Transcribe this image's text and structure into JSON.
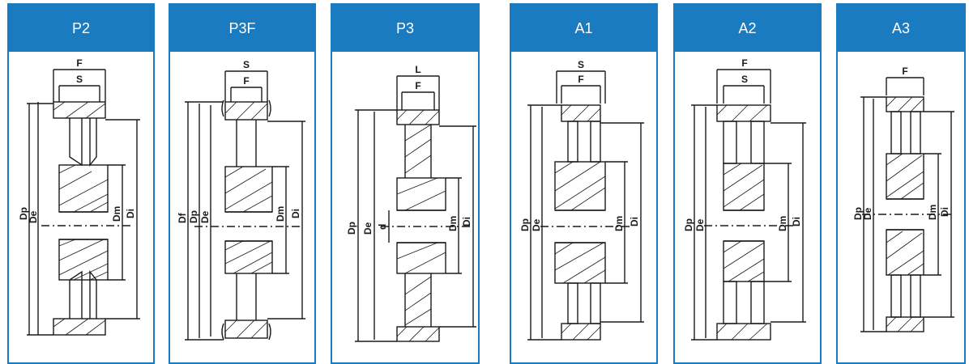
{
  "colors": {
    "header": "#1a7bc1",
    "line": "#1a1a1a",
    "header_text": "#ffffff"
  },
  "panels": [
    {
      "title": "P2",
      "top": [
        "F",
        "S"
      ],
      "left": [
        "Dp",
        "De"
      ],
      "right": [
        "Dm",
        "Di"
      ]
    },
    {
      "title": "P3F",
      "top": [
        "S",
        "F"
      ],
      "left": [
        "Df",
        "Dp",
        "De"
      ],
      "right": [
        "Dm",
        "Di"
      ]
    },
    {
      "title": "P3",
      "top": [
        "L",
        "F"
      ],
      "left": [
        "Dp",
        "De",
        "d"
      ],
      "right": [
        "Dm",
        "Di"
      ]
    },
    {
      "title": "A1",
      "top": [
        "S",
        "F"
      ],
      "left": [
        "Dp",
        "De"
      ],
      "right": [
        "Dm",
        "Di"
      ]
    },
    {
      "title": "A2",
      "top": [
        "F",
        "S"
      ],
      "left": [
        "Dp",
        "De"
      ],
      "right": [
        "Dm",
        "Di"
      ]
    },
    {
      "title": "A3",
      "top": [
        "F"
      ],
      "left": [
        "Dp",
        "De"
      ],
      "right": [
        "Dm",
        "Di"
      ]
    }
  ]
}
